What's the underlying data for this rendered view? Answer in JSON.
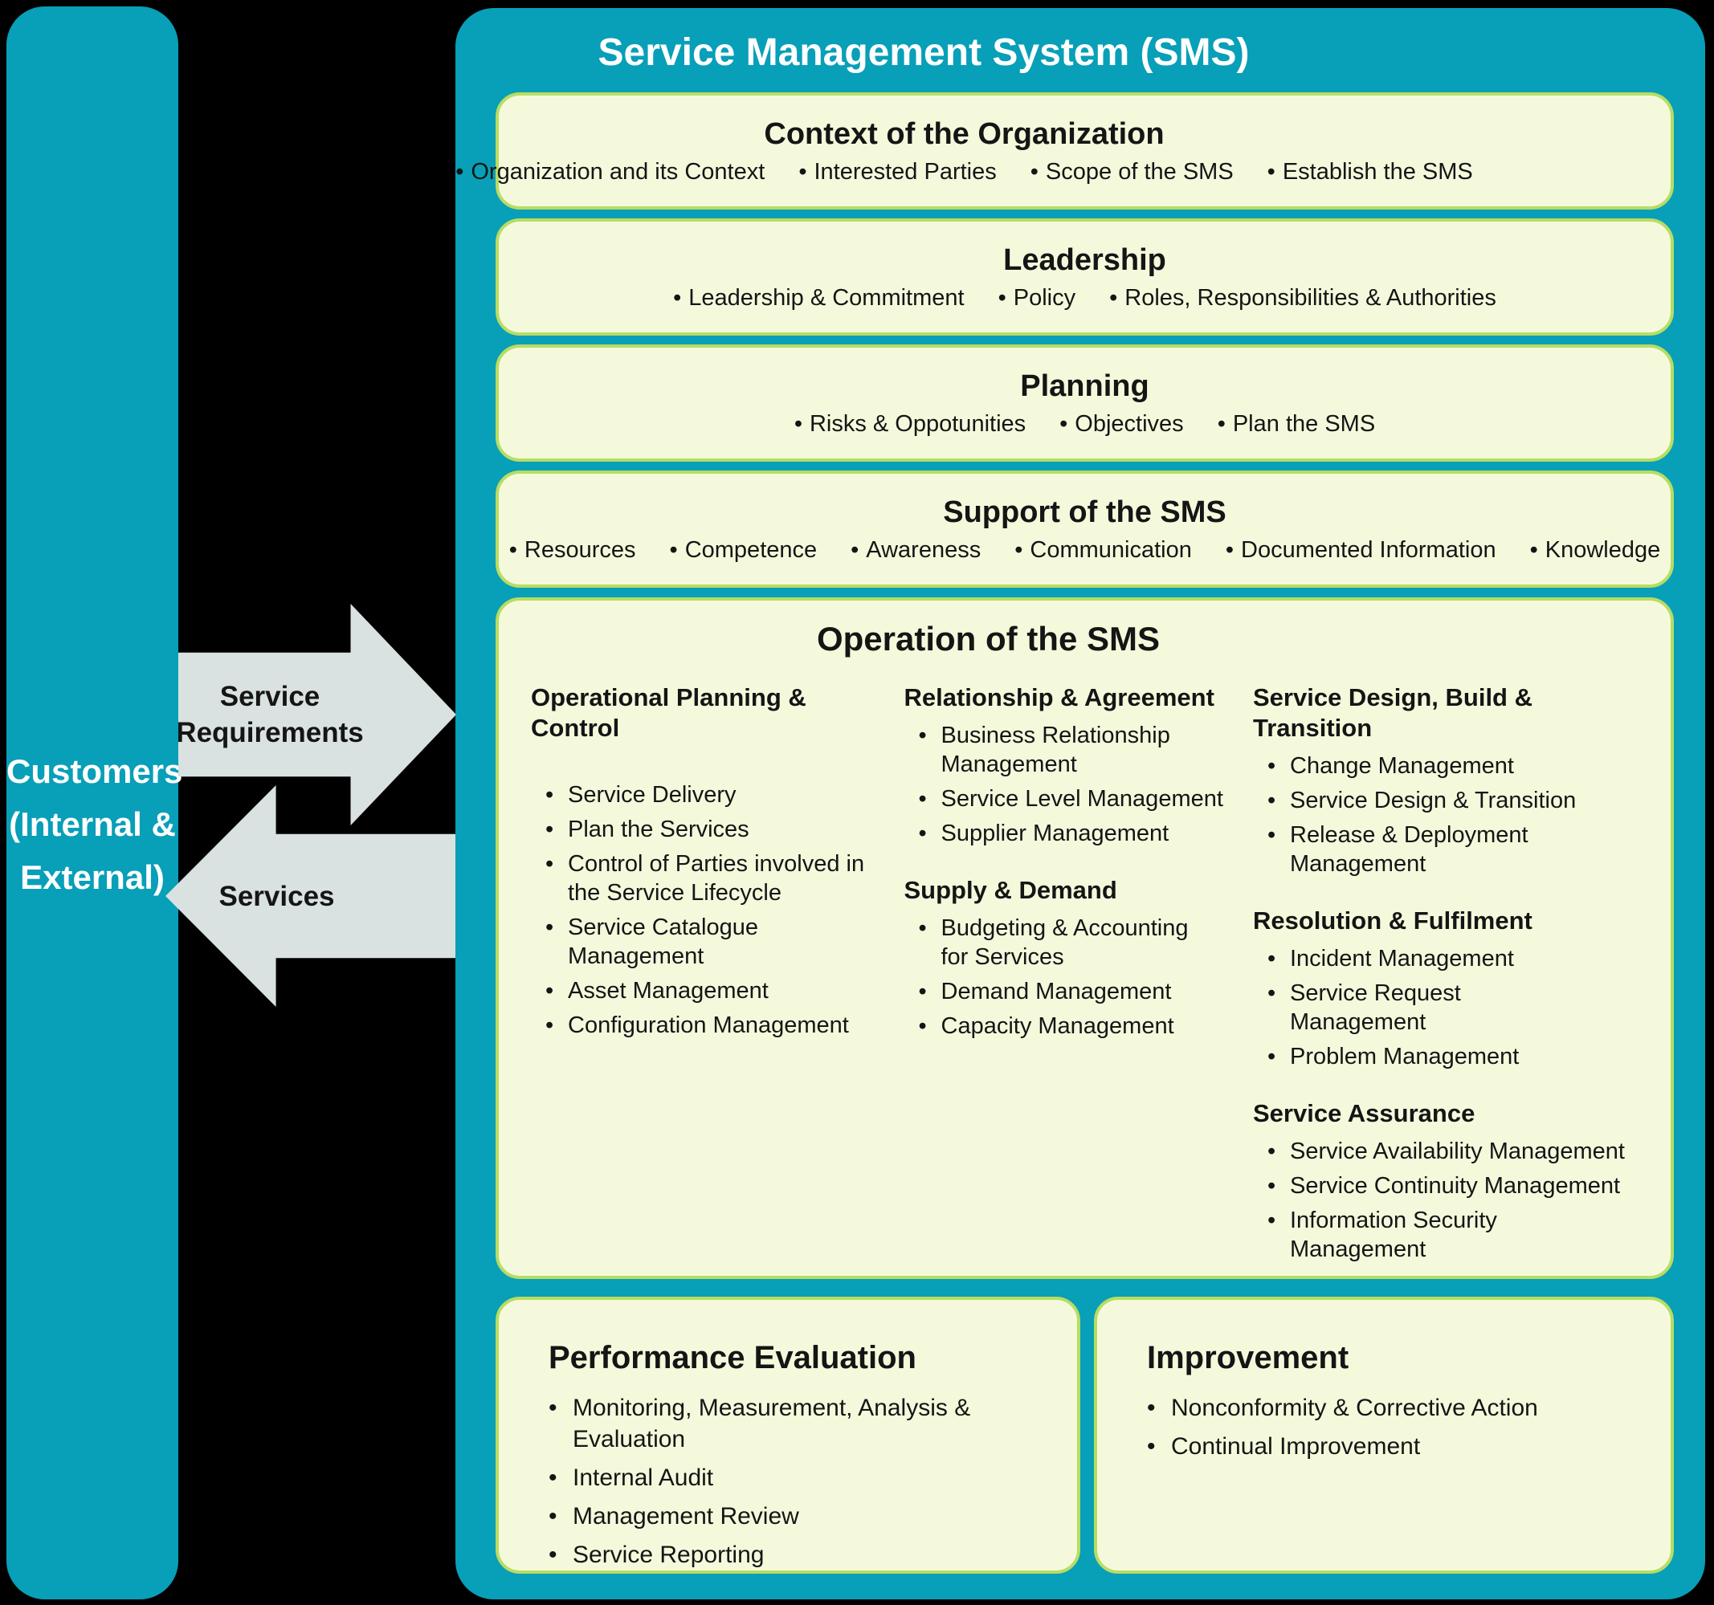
{
  "colors": {
    "teal": "#089fb8",
    "panel_fill": "#f5f9dc",
    "panel_border": "#b7dd62",
    "arrow_fill": "#d9e2e0",
    "background": "#000000",
    "text_dark": "#151515",
    "text_white": "#ffffff"
  },
  "customers": {
    "lines": [
      "Customers",
      "(Internal &",
      "External)"
    ]
  },
  "arrows": {
    "service_requirements_lines": [
      "Service",
      "Requirements"
    ],
    "services": "Services"
  },
  "sms": {
    "title": "Service Management System (SMS)",
    "rows": [
      {
        "title": "Context of the Organization",
        "bullets": [
          "Organization and its Context",
          "Interested Parties",
          "Scope of the SMS",
          "Establish the SMS"
        ]
      },
      {
        "title": "Leadership",
        "bullets": [
          "Leadership & Commitment",
          "Policy",
          "Roles, Responsibilities & Authorities"
        ]
      },
      {
        "title": "Planning",
        "bullets": [
          "Risks & Oppotunities",
          "Objectives",
          "Plan the SMS"
        ]
      },
      {
        "title": "Support of the SMS",
        "bullets": [
          "Resources",
          "Competence",
          "Awareness",
          "Communication",
          "Documented Information",
          "Knowledge"
        ]
      }
    ],
    "operation": {
      "title": "Operation of the SMS",
      "columns": [
        {
          "sections": [
            {
              "heading": "Operational Planning & Control",
              "items": [
                "Service Delivery",
                "Plan the Services",
                "Control of Parties involved in the Service Lifecycle",
                "Service Catalogue Management",
                "Asset Management",
                "Configuration Management"
              ]
            }
          ]
        },
        {
          "sections": [
            {
              "heading": "Relationship & Agreement",
              "items": [
                "Business Relationship Management",
                "Service Level Management",
                "Supplier Management"
              ]
            },
            {
              "heading": "Supply & Demand",
              "items": [
                "Budgeting & Accounting for Services",
                "Demand Management",
                "Capacity Management"
              ]
            }
          ]
        },
        {
          "sections": [
            {
              "heading": "Service Design, Build & Transition",
              "items": [
                "Change Management",
                "Service Design & Transition",
                "Release & Deployment Management"
              ]
            },
            {
              "heading": "Resolution & Fulfilment",
              "items": [
                "Incident Management",
                "Service Request Management",
                "Problem Management"
              ]
            },
            {
              "heading": "Service Assurance",
              "items": [
                "Service Availability Management",
                "Service Continuity Management",
                "Information Security Management"
              ]
            }
          ]
        }
      ]
    },
    "bottom": [
      {
        "title": "Performance Evaluation",
        "items": [
          "Monitoring, Measurement, Analysis & Evaluation",
          "Internal Audit",
          "Management Review",
          "Service Reporting"
        ]
      },
      {
        "title": "Improvement",
        "items": [
          "Nonconformity & Corrective Action",
          "Continual Improvement"
        ]
      }
    ]
  }
}
